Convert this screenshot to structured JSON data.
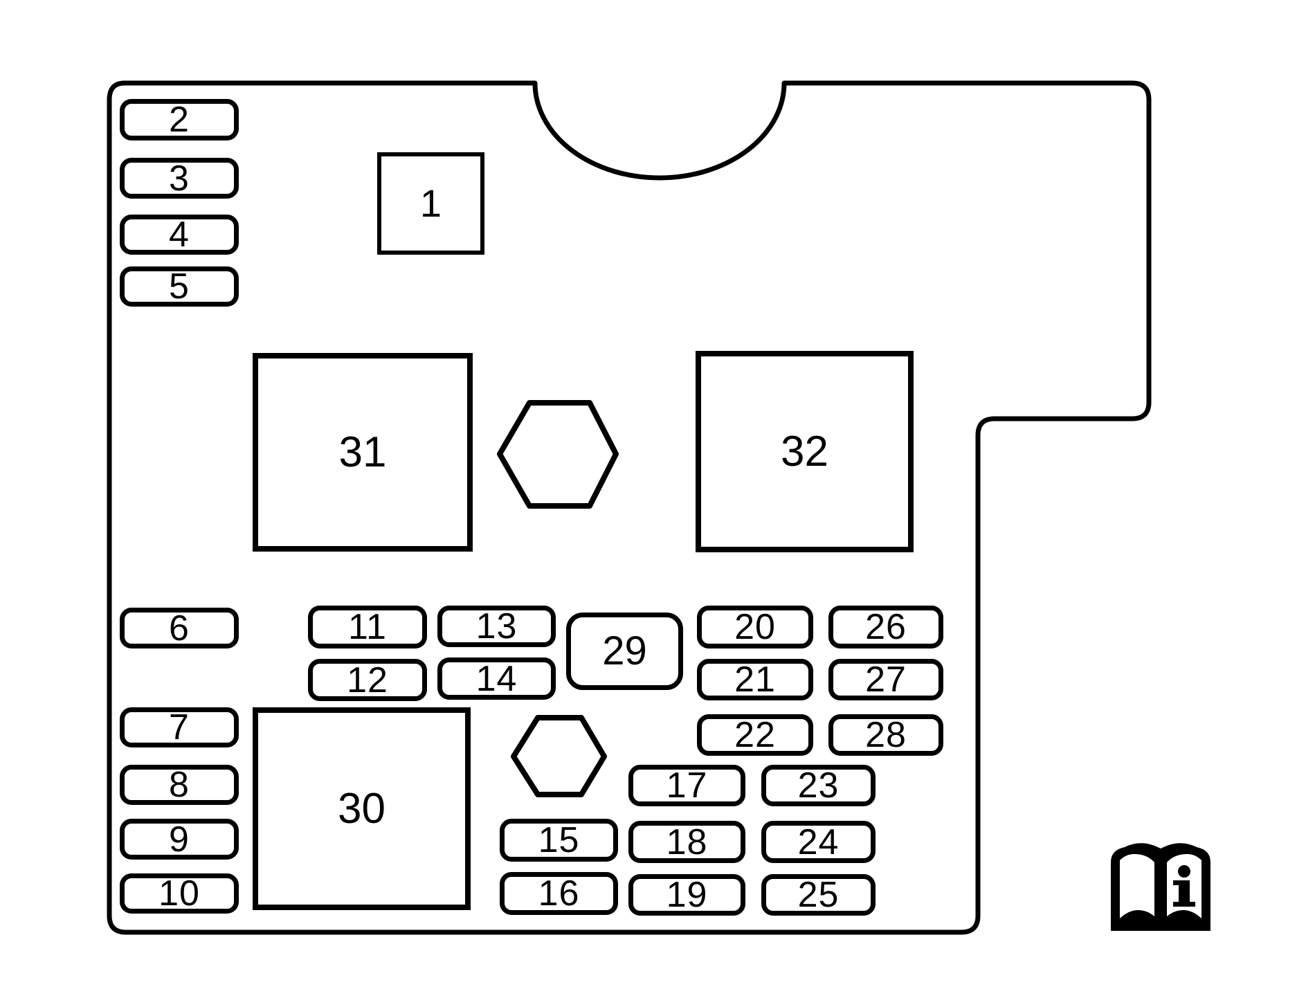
{
  "colors": {
    "line": "#000000",
    "background": "#ffffff"
  },
  "diagram": {
    "fuses": [
      {
        "id": "2",
        "label": "2"
      },
      {
        "id": "3",
        "label": "3"
      },
      {
        "id": "4",
        "label": "4"
      },
      {
        "id": "5",
        "label": "5"
      },
      {
        "id": "6",
        "label": "6"
      },
      {
        "id": "7",
        "label": "7"
      },
      {
        "id": "8",
        "label": "8"
      },
      {
        "id": "9",
        "label": "9"
      },
      {
        "id": "10",
        "label": "10"
      },
      {
        "id": "11",
        "label": "11"
      },
      {
        "id": "12",
        "label": "12"
      },
      {
        "id": "13",
        "label": "13"
      },
      {
        "id": "14",
        "label": "14"
      },
      {
        "id": "15",
        "label": "15"
      },
      {
        "id": "16",
        "label": "16"
      },
      {
        "id": "17",
        "label": "17"
      },
      {
        "id": "18",
        "label": "18"
      },
      {
        "id": "19",
        "label": "19"
      },
      {
        "id": "20",
        "label": "20"
      },
      {
        "id": "21",
        "label": "21"
      },
      {
        "id": "22",
        "label": "22"
      },
      {
        "id": "23",
        "label": "23"
      },
      {
        "id": "24",
        "label": "24"
      },
      {
        "id": "25",
        "label": "25"
      },
      {
        "id": "26",
        "label": "26"
      },
      {
        "id": "27",
        "label": "27"
      },
      {
        "id": "28",
        "label": "28"
      }
    ],
    "components": [
      {
        "id": "1",
        "label": "1"
      },
      {
        "id": "29",
        "label": "29"
      },
      {
        "id": "30",
        "label": "30"
      },
      {
        "id": "31",
        "label": "31"
      },
      {
        "id": "32",
        "label": "32"
      }
    ],
    "fasteners": [
      {
        "id": "bolt-1"
      },
      {
        "id": "bolt-2"
      }
    ],
    "icons": [
      {
        "id": "owner-manual-book",
        "glyph": "open book with information i"
      }
    ]
  }
}
